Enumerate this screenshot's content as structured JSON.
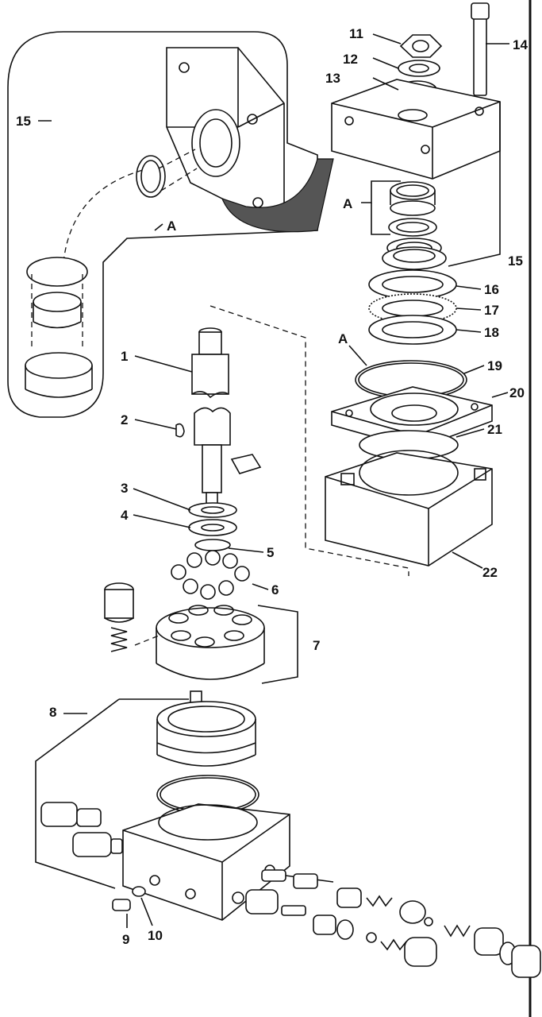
{
  "labels": {
    "p1": "1",
    "p2": "2",
    "p3": "3",
    "p4": "4",
    "p5": "5",
    "p6": "6",
    "p7": "7",
    "p8": "8",
    "p9": "9",
    "p10": "10",
    "p11": "11",
    "p12": "12",
    "p13": "13",
    "p14": "14",
    "p15a": "15",
    "p15b": "15",
    "p16": "16",
    "p17": "17",
    "p18": "18",
    "p19": "19",
    "p20": "20",
    "p21": "21",
    "p22": "22",
    "a1": "A",
    "a2": "A",
    "a3": "A"
  }
}
